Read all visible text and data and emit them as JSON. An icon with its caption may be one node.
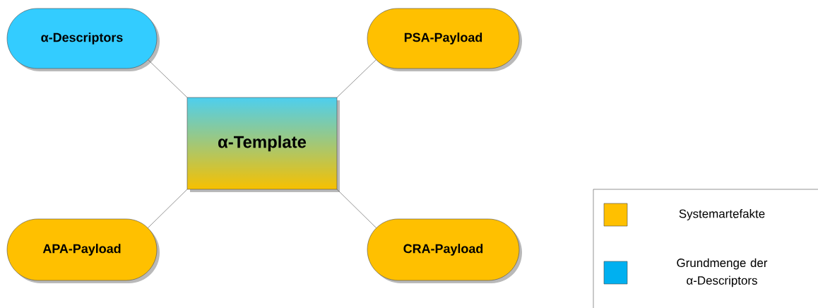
{
  "diagram": {
    "nodes": [
      {
        "text": [
          "α-Descriptors"
        ]
      },
      {
        "text": [
          "PSA-Payload"
        ]
      },
      {
        "text": [
          "α-Template"
        ]
      },
      {
        "text": [
          "APA-Payload"
        ]
      },
      {
        "text": [
          "CRA-Payload"
        ]
      }
    ],
    "edges": [
      {
        "from": 2,
        "to": 0,
        "arrow": "none"
      },
      {
        "from": 2,
        "to": 1,
        "arrow": "none"
      },
      {
        "from": 2,
        "to": 3,
        "arrow": "none"
      },
      {
        "from": 2,
        "to": 4,
        "arrow": "none"
      }
    ],
    "legend": [
      {
        "text": "Systemartefakte",
        "color": "#ffc000"
      },
      {
        "text": "Grundmenge der α-Descriptors",
        "color": "#00b0f0"
      }
    ]
  }
}
